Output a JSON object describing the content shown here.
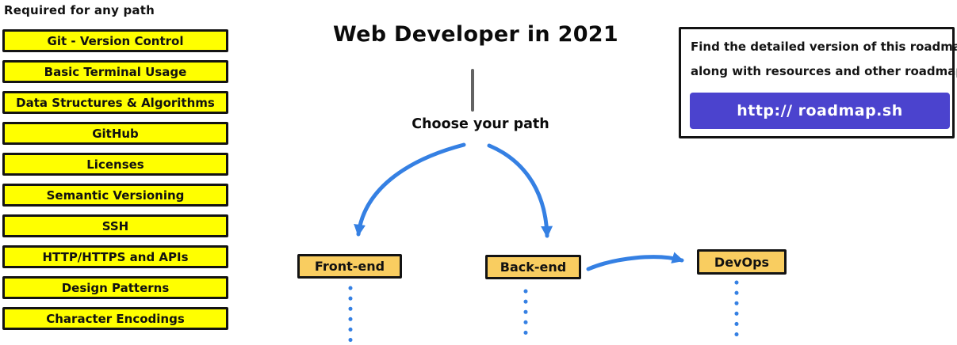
{
  "sidebar": {
    "title": "Required for any path",
    "items": [
      {
        "label": "Git - Version Control"
      },
      {
        "label": "Basic Terminal Usage"
      },
      {
        "label": "Data Structures & Algorithms"
      },
      {
        "label": "GitHub"
      },
      {
        "label": "Licenses"
      },
      {
        "label": "Semantic Versioning"
      },
      {
        "label": "SSH"
      },
      {
        "label": "HTTP/HTTPS and APIs"
      },
      {
        "label": "Design Patterns"
      },
      {
        "label": "Character Encodings"
      }
    ]
  },
  "main": {
    "title": "Web Developer in 2021",
    "choose_label": "Choose your path",
    "paths": [
      {
        "label": "Front-end"
      },
      {
        "label": "Back-end"
      },
      {
        "label": "DevOps"
      }
    ]
  },
  "info_box": {
    "line1": "Find the detailed version of this roadmap",
    "line2": "along with resources and other roadmaps",
    "button_label": "http:// roadmap.sh"
  },
  "colors": {
    "highlight_yellow": "#ffff00",
    "node_amber": "#f9cd60",
    "arrow_blue": "#3580e3",
    "button_purple": "#4b43ce",
    "stem_gray": "#636363",
    "border_black": "#131313"
  }
}
